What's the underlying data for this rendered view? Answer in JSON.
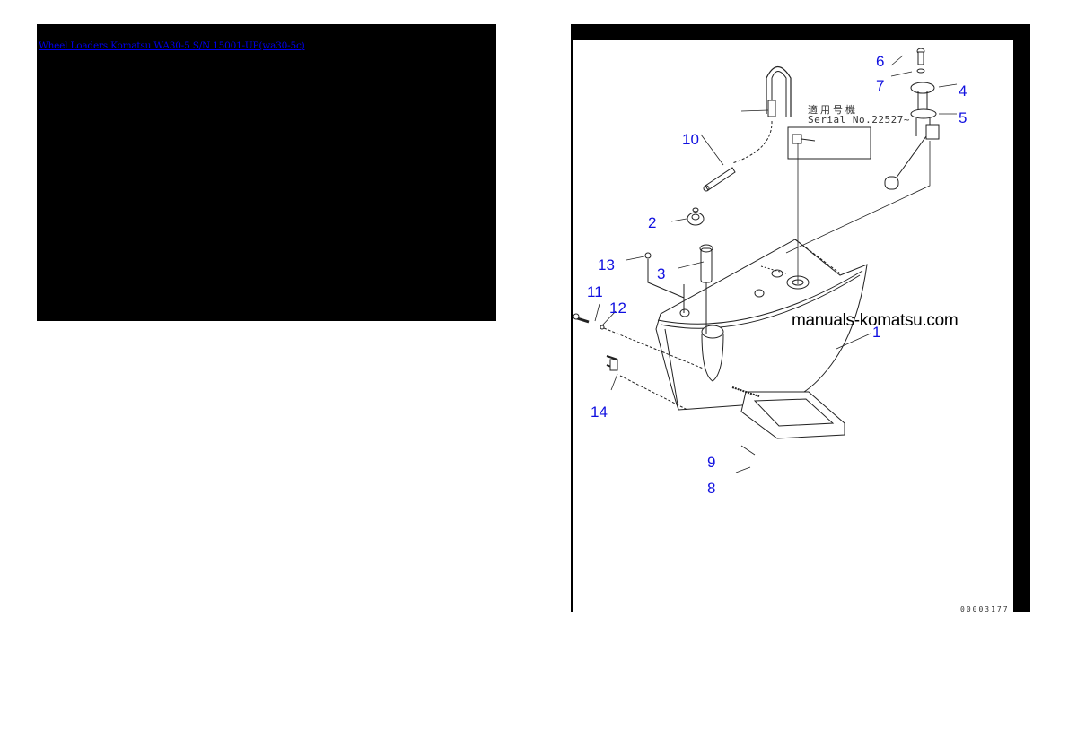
{
  "left_panel": {
    "title_link": "Wheel Loaders Komatsu WA30-5 S/N 15001-UP(wa30-5c)",
    "background": "#000000",
    "link_color": "#0000ee"
  },
  "diagram": {
    "description": "Fuel tank exploded parts diagram",
    "callout_color": "#1010e0",
    "watermark": "manuals-komatsu.com",
    "serial_note_jp": "適用号機",
    "serial_note_en": "Serial No.22527~",
    "page_code": "00003177",
    "callouts": [
      {
        "id": "1",
        "label": "1"
      },
      {
        "id": "2",
        "label": "2"
      },
      {
        "id": "3",
        "label": "3"
      },
      {
        "id": "4",
        "label": "4"
      },
      {
        "id": "5",
        "label": "5"
      },
      {
        "id": "6",
        "label": "6"
      },
      {
        "id": "7",
        "label": "7"
      },
      {
        "id": "8",
        "label": "8"
      },
      {
        "id": "9",
        "label": "9"
      },
      {
        "id": "10",
        "label": "10"
      },
      {
        "id": "11",
        "label": "11"
      },
      {
        "id": "12",
        "label": "12"
      },
      {
        "id": "13",
        "label": "13"
      },
      {
        "id": "14",
        "label": "14"
      }
    ]
  }
}
